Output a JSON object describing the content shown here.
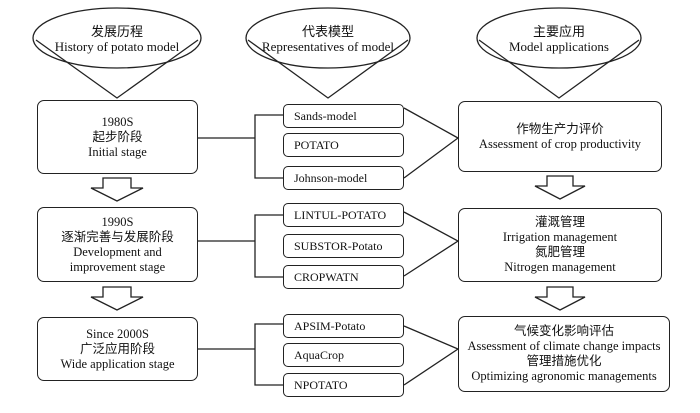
{
  "headers": [
    {
      "zh": "发展历程",
      "en": "History of potato model"
    },
    {
      "zh": "代表模型",
      "en": "Representatives of model"
    },
    {
      "zh": "主要应用",
      "en": "Model applications"
    }
  ],
  "stages": [
    {
      "lines": [
        "1980S",
        "起步阶段",
        "Initial stage"
      ]
    },
    {
      "lines": [
        "1990S",
        "逐渐完善与发展阶段",
        "Development and",
        "improvement stage"
      ]
    },
    {
      "lines": [
        "Since 2000S",
        "广泛应用阶段",
        "Wide application stage"
      ]
    }
  ],
  "models": [
    [
      "Sands-model",
      "POTATO",
      "Johnson-model"
    ],
    [
      "LINTUL-POTATO",
      "SUBSTOR-Potato",
      "CROPWATN"
    ],
    [
      "APSIM-Potato",
      "AquaCrop",
      "NPOTATO"
    ]
  ],
  "applications": [
    {
      "lines": [
        "作物生产力评价",
        "Assessment of crop productivity"
      ]
    },
    {
      "lines": [
        "灌溉管理",
        "Irrigation management",
        "氮肥管理",
        "Nitrogen management"
      ]
    },
    {
      "lines": [
        "气候变化影响评估",
        "Assessment of climate change impacts",
        "管理措施优化",
        "Optimizing agronomic managements"
      ]
    }
  ]
}
